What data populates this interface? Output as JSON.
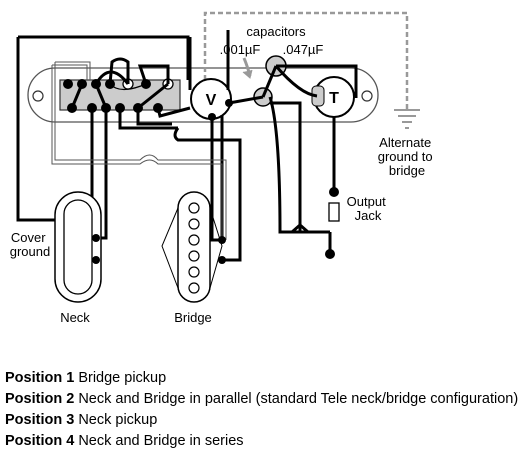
{
  "labels": {
    "capacitors": "capacitors",
    "cap1": ".001µF",
    "cap2": ".047µF",
    "volume": "V",
    "tone": "T",
    "alt_ground": [
      "Alternate",
      "ground to",
      "bridge"
    ],
    "output_jack": [
      "Output",
      "Jack"
    ],
    "cover_ground": [
      "Cover",
      "ground"
    ],
    "neck": "Neck",
    "bridge": "Bridge"
  },
  "positions": [
    {
      "label": "Position 1",
      "desc": "Bridge pickup"
    },
    {
      "label": "Position 2",
      "desc": "Neck and Bridge in parallel (standard Tele neck/bridge configuration)"
    },
    {
      "label": "Position 3",
      "desc": "Neck pickup"
    },
    {
      "label": "Position 4",
      "desc": "Neck and Bridge in series"
    }
  ],
  "colors": {
    "wire": "#000000",
    "ground_dashed": "#999999",
    "plate": "#ffffff",
    "component_fill": "#cccccc"
  }
}
